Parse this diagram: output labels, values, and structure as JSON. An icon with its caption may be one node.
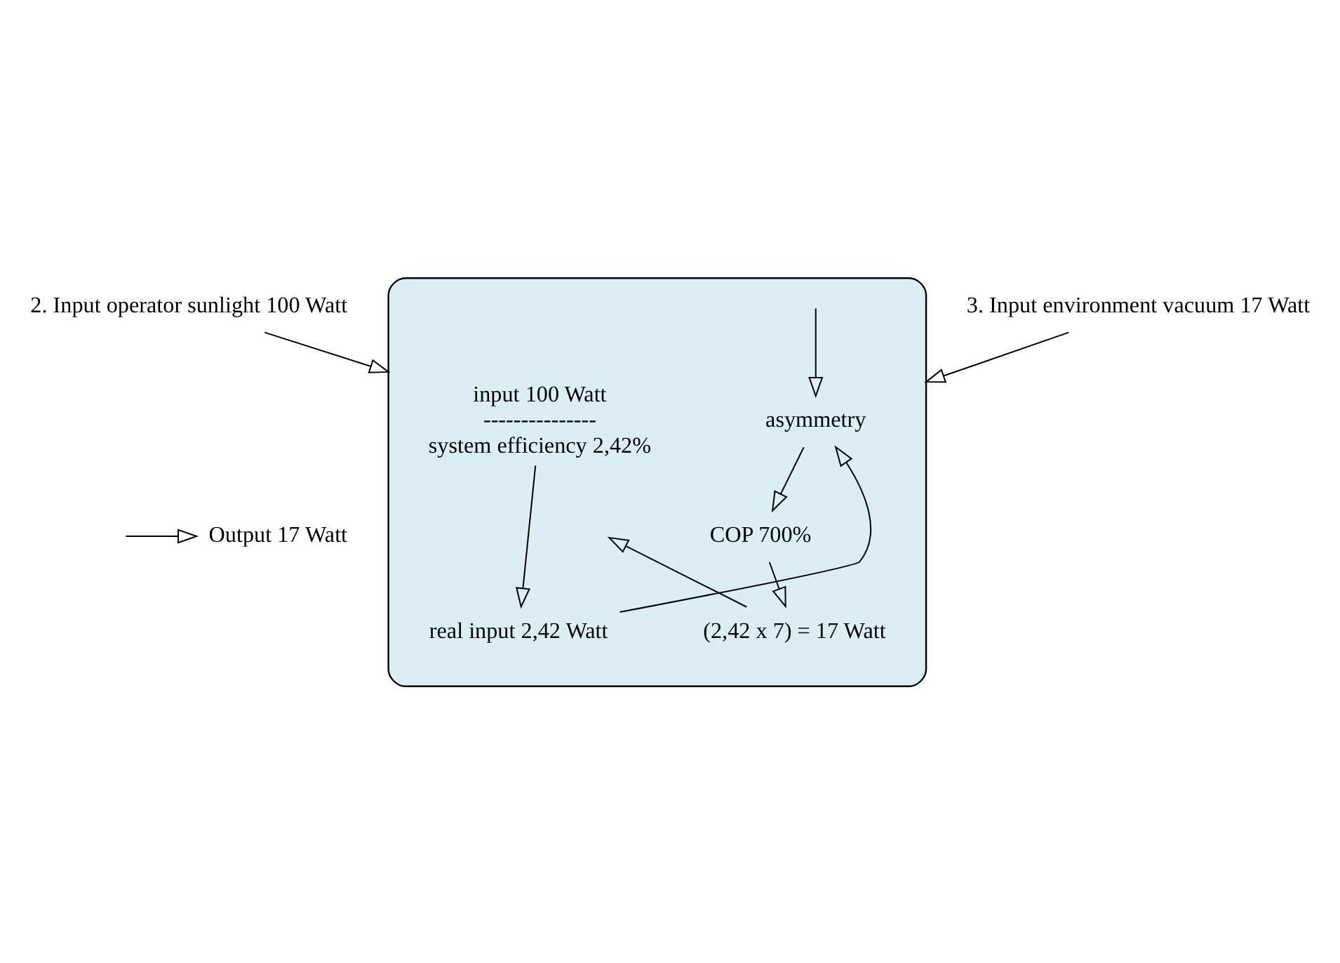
{
  "diagram": {
    "nodes": [
      {
        "text": [
          "2. Input operator sunlight 100 Watt"
        ]
      },
      {
        "text": [
          "3. Input environment vacuum 17 Watt"
        ]
      },
      {
        "text": [],
        "shape": "box"
      },
      {
        "text": [
          "input 100 Watt",
          "---------------",
          "system efficiency 2,42%"
        ],
        "in": 2
      },
      {
        "text": [
          "asymmetry"
        ],
        "in": 2
      },
      {
        "text": [
          "real input 2,42 Watt"
        ],
        "in": 2
      },
      {
        "text": [
          "COP 700%"
        ],
        "in": 2
      },
      {
        "text": [
          "(2,42 x 7) = 17 Watt"
        ],
        "in": 2
      },
      {
        "text": [
          "Output 17 Watt"
        ]
      }
    ],
    "edges": [
      {
        "from": 0,
        "to": 2,
        "arrow": "to"
      },
      {
        "from": 1,
        "to": 2,
        "arrow": "to"
      },
      {
        "from": null,
        "to": 4,
        "arrow": "to"
      },
      {
        "from": 3,
        "to": 5,
        "arrow": "to"
      },
      {
        "from": 5,
        "to": 4,
        "arrow": "to"
      },
      {
        "from": 4,
        "to": 6,
        "arrow": "to"
      },
      {
        "from": 6,
        "to": 7,
        "arrow": "to"
      },
      {
        "from": 7,
        "to": null,
        "arrow": "to"
      },
      {
        "from": null,
        "to": 8,
        "arrow": "to"
      }
    ]
  }
}
